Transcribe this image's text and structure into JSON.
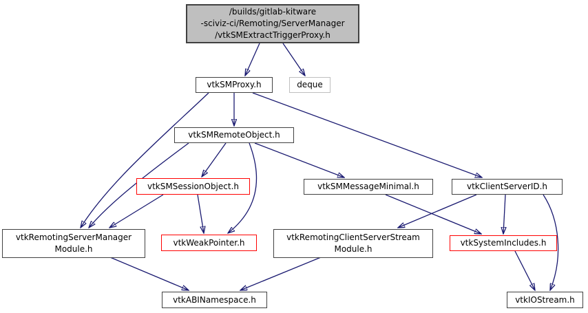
{
  "graph": {
    "type": "include-dependency-graph",
    "nodes": {
      "root": {
        "label": "/builds/gitlab-kitware\n-sciviz-ci/Remoting/ServerManager\n/vtkSMExtractTriggerProxy.h",
        "style": "root"
      },
      "vtkSMProxy": {
        "label": "vtkSMProxy.h",
        "style": "normal"
      },
      "deque": {
        "label": "deque",
        "style": "external"
      },
      "vtkSMRemoteObject": {
        "label": "vtkSMRemoteObject.h",
        "style": "normal"
      },
      "vtkSMSessionObject": {
        "label": "vtkSMSessionObject.h",
        "style": "red"
      },
      "vtkSMMessageMinimal": {
        "label": "vtkSMMessageMinimal.h",
        "style": "normal"
      },
      "vtkClientServerID": {
        "label": "vtkClientServerID.h",
        "style": "normal"
      },
      "vtkRemotingServerManagerModule": {
        "label": "vtkRemotingServerManager\nModule.h",
        "style": "normal"
      },
      "vtkWeakPointer": {
        "label": "vtkWeakPointer.h",
        "style": "red"
      },
      "vtkRemotingClientServerStreamModule": {
        "label": "vtkRemotingClientServerStream\nModule.h",
        "style": "normal"
      },
      "vtkSystemIncludes": {
        "label": "vtkSystemIncludes.h",
        "style": "red"
      },
      "vtkABINamespace": {
        "label": "vtkABINamespace.h",
        "style": "normal"
      },
      "vtkIOStream": {
        "label": "vtkIOStream.h",
        "style": "normal"
      }
    },
    "edges": [
      {
        "from": "root",
        "to": "vtkSMProxy"
      },
      {
        "from": "root",
        "to": "deque"
      },
      {
        "from": "vtkSMProxy",
        "to": "vtkSMRemoteObject"
      },
      {
        "from": "vtkSMProxy",
        "to": "vtkRemotingServerManagerModule"
      },
      {
        "from": "vtkSMProxy",
        "to": "vtkClientServerID"
      },
      {
        "from": "vtkSMRemoteObject",
        "to": "vtkSMSessionObject"
      },
      {
        "from": "vtkSMRemoteObject",
        "to": "vtkRemotingServerManagerModule"
      },
      {
        "from": "vtkSMRemoteObject",
        "to": "vtkWeakPointer"
      },
      {
        "from": "vtkSMRemoteObject",
        "to": "vtkSMMessageMinimal"
      },
      {
        "from": "vtkSMSessionObject",
        "to": "vtkRemotingServerManagerModule"
      },
      {
        "from": "vtkSMSessionObject",
        "to": "vtkWeakPointer"
      },
      {
        "from": "vtkSMMessageMinimal",
        "to": "vtkSystemIncludes"
      },
      {
        "from": "vtkClientServerID",
        "to": "vtkRemotingClientServerStreamModule"
      },
      {
        "from": "vtkClientServerID",
        "to": "vtkSystemIncludes"
      },
      {
        "from": "vtkClientServerID",
        "to": "vtkIOStream"
      },
      {
        "from": "vtkSystemIncludes",
        "to": "vtkIOStream"
      },
      {
        "from": "vtkRemotingServerManagerModule",
        "to": "vtkABINamespace"
      },
      {
        "from": "vtkRemotingClientServerStreamModule",
        "to": "vtkABINamespace"
      }
    ],
    "colors": {
      "edge": "#191970",
      "node_border": "#404040",
      "red_node_border": "#ff0000",
      "external_node_border": "#bebebe",
      "root_fill": "#bfbfbf",
      "node_fill": "#ffffff",
      "text": "#000000"
    }
  }
}
